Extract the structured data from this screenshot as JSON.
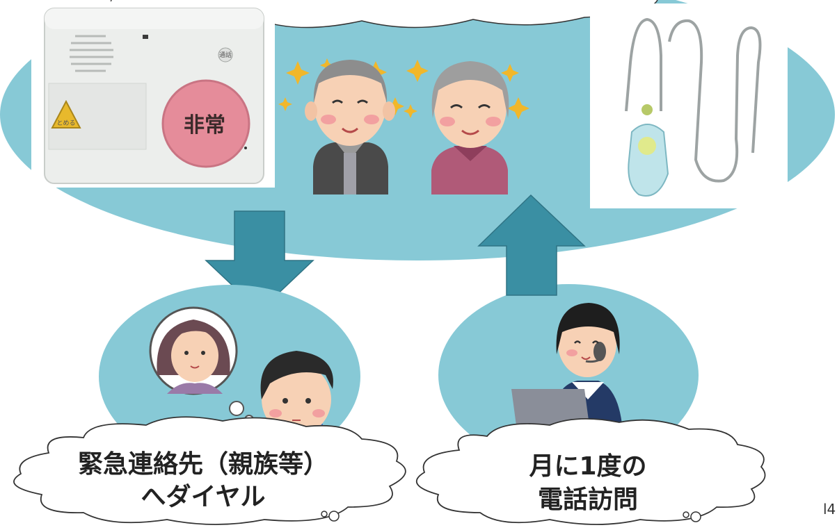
{
  "colors": {
    "ellipse": "#87c9d6",
    "arrow": "#3a8fa3",
    "arrow_stroke": "#2f7384"
  },
  "device": {
    "button_label": "非常",
    "small_badge": "通話",
    "warning_badge": "とめる"
  },
  "clouds": {
    "left_line1": "緊急連絡先（親族等）",
    "left_line2": "へダイヤル",
    "right_line1": "月に1度の",
    "right_line2": "電話訪問"
  },
  "corner": {
    "text": "l4"
  }
}
